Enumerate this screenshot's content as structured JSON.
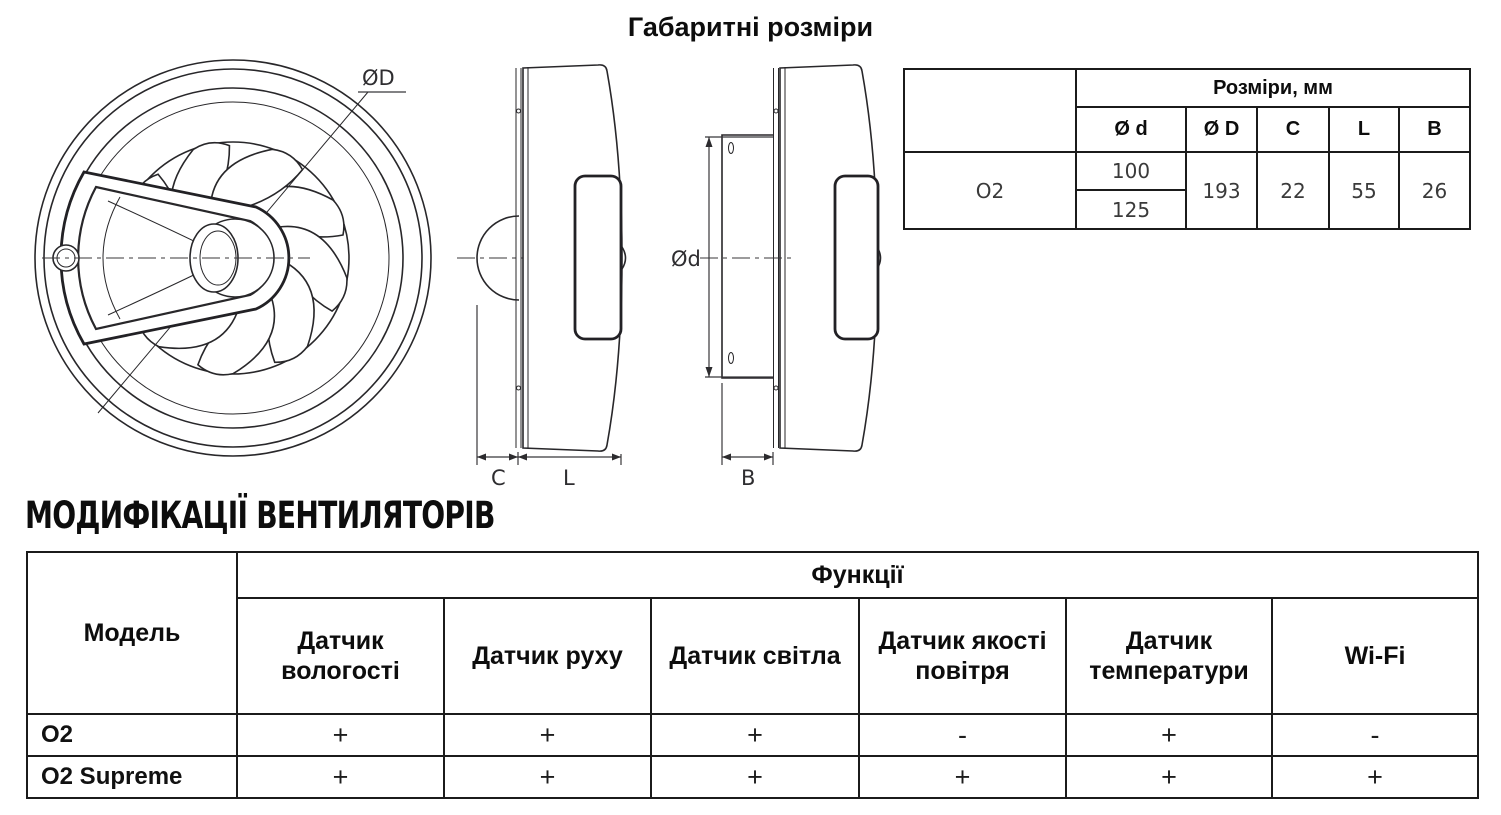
{
  "page": {
    "title": "Габаритні розміри",
    "section_title": "МОДИФІКАЦІЇ ВЕНТИЛЯТОРІВ"
  },
  "drawings": {
    "front_view": {
      "diameter_label": "ØD"
    },
    "side_view": {
      "c_label": "C",
      "l_label": "L"
    },
    "back_view": {
      "d_label": "Ød",
      "b_label": "B"
    }
  },
  "dimensions_table": {
    "header": "Розміри, мм",
    "columns": [
      "Ø d",
      "Ø D",
      "C",
      "L",
      "B"
    ],
    "row": {
      "model": "O2",
      "d_values": [
        "100",
        "125"
      ],
      "D": "193",
      "C": "22",
      "L": "55",
      "B": "26"
    }
  },
  "modifications_table": {
    "model_header": "Модель",
    "functions_header": "Функції",
    "feature_columns": [
      "Датчик вологості",
      "Датчик руху",
      "Датчик світла",
      "Датчик якості повітря",
      "Датчик температури",
      "Wi-Fi"
    ],
    "rows": [
      {
        "model": "O2",
        "values": [
          "+",
          "+",
          "+",
          "-",
          "+",
          "-"
        ]
      },
      {
        "model": "O2 Supreme",
        "values": [
          "+",
          "+",
          "+",
          "+",
          "+",
          "+"
        ]
      }
    ]
  }
}
